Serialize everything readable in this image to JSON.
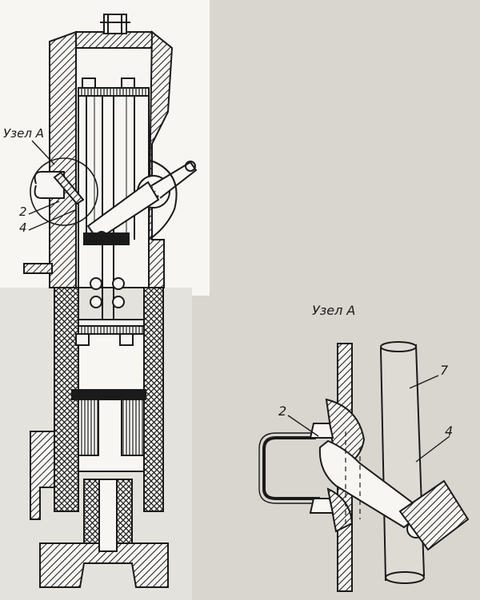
{
  "main_view": {
    "node_label": "Узел А",
    "leader_2": "2",
    "leader_4": "4"
  },
  "detail_view": {
    "title": "Узел А",
    "leader_7": "7",
    "leader_2": "2",
    "leader_4": "4"
  },
  "colors": {
    "paper": "#d9d6d0",
    "paper_white": "#f7f6f2",
    "ink": "#1a1a1a"
  }
}
